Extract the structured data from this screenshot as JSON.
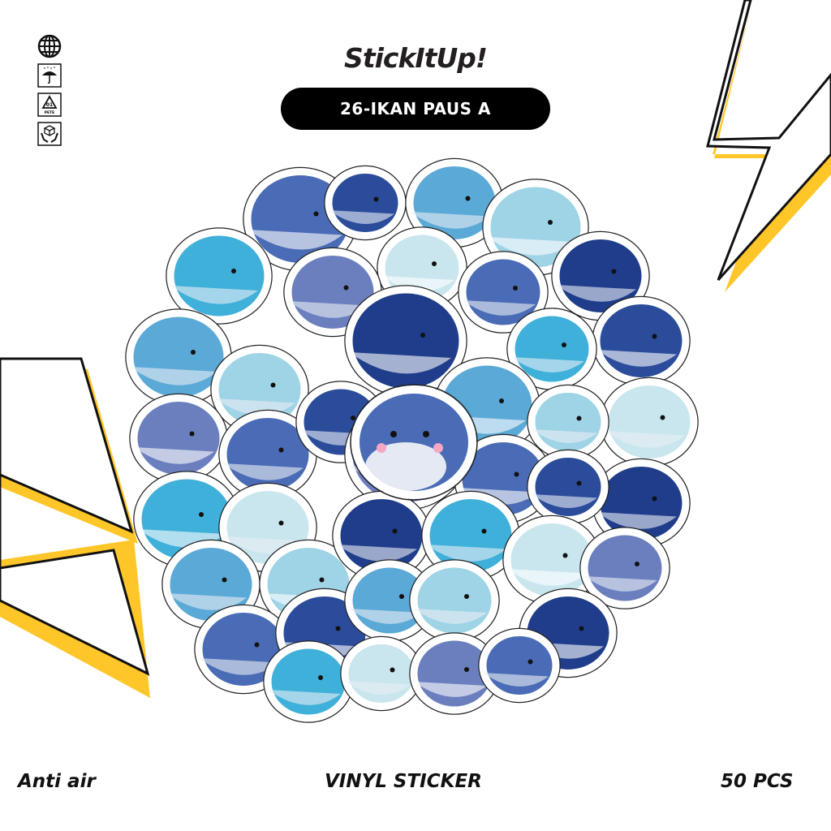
{
  "brand": {
    "logo_text": "StickItUp!"
  },
  "product": {
    "title": "26-IKAN PAUS A"
  },
  "icons": [
    "globe-icon",
    "umbrella-rain-icon",
    "pete-01-recycle-icon",
    "fragile-box-hands-icon"
  ],
  "recycle_code": "01",
  "recycle_label": "PETE",
  "footer": {
    "left": "Anti air",
    "center": "VINYL STICKER",
    "right": "50 PCS"
  },
  "colors": {
    "accent_yellow": "#ffc629",
    "outline": "#111111",
    "whale_blues": [
      "#4a6bb5",
      "#2b4c9b",
      "#5aa9d6",
      "#9fd3e6",
      "#1f3d8a",
      "#3fb0d9",
      "#c9e6ee",
      "#6b7fbf"
    ]
  }
}
